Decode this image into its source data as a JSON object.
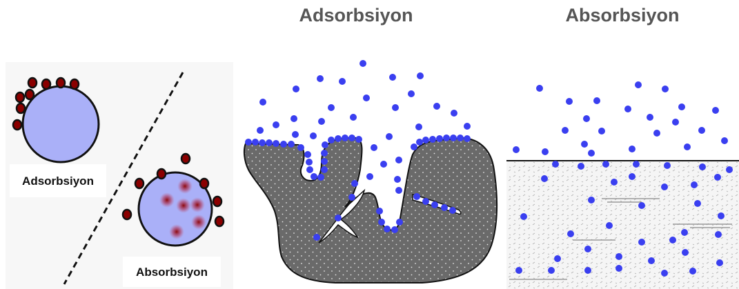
{
  "panel_left": {
    "adsorption_label": "Adsorbsiyon",
    "absorption_label": "Absorbsiyon"
  },
  "panel_center": {
    "title": "Adsorbsiyon"
  },
  "panel_right": {
    "title": "Absorbsiyon"
  },
  "colors": {
    "particle_blue": "#3a3ff0",
    "particle_dark_red": "#8b0000",
    "sphere_fill": "#aab0f8",
    "solid_gray": "#666666",
    "liquid_fill": "#f4f4f4",
    "panel_bg": "#f7f7f7",
    "title_gray": "#555555"
  }
}
